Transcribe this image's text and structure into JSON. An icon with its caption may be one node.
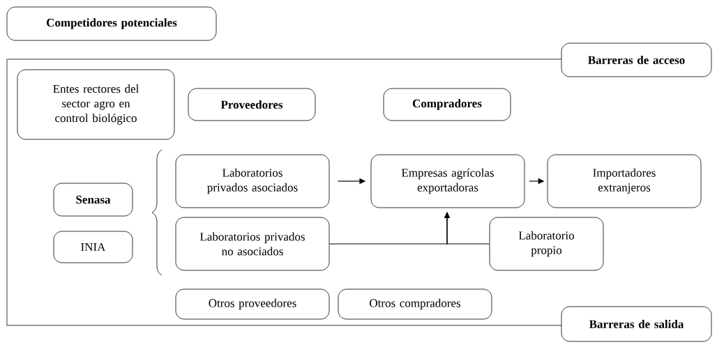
{
  "diagram": {
    "nodes": [
      {
        "text": [
          "Competidores potenciales"
        ]
      },
      {
        "text": [
          "Barreras de acceso"
        ]
      },
      {
        "text": [
          "Entes rectores del sector agro en control biológico"
        ]
      },
      {
        "text": [
          "Proveedores"
        ]
      },
      {
        "text": [
          "Compradores"
        ]
      },
      {
        "text": [
          "Senasa"
        ]
      },
      {
        "text": [
          "INIA"
        ]
      },
      {
        "text": [
          "Laboratorios privados asociados"
        ]
      },
      {
        "text": [
          "Empresas agrícolas exportadoras"
        ]
      },
      {
        "text": [
          "Importadores extranjeros"
        ]
      },
      {
        "text": [
          "Laboratorios privados no asociados"
        ]
      },
      {
        "text": [
          "Laboratorio propio"
        ]
      },
      {
        "text": [
          "Otros proveedores"
        ]
      },
      {
        "text": [
          "Otros compradores"
        ]
      },
      {
        "text": [
          "Barreras de salida"
        ]
      }
    ],
    "edges": [
      {
        "from": 7,
        "to": 8,
        "arrow": "to"
      },
      {
        "from": 8,
        "to": 9,
        "arrow": "to"
      },
      {
        "from": 10,
        "to": 8,
        "arrow": "to"
      },
      {
        "from": 11,
        "to": 8,
        "arrow": "to"
      }
    ]
  }
}
